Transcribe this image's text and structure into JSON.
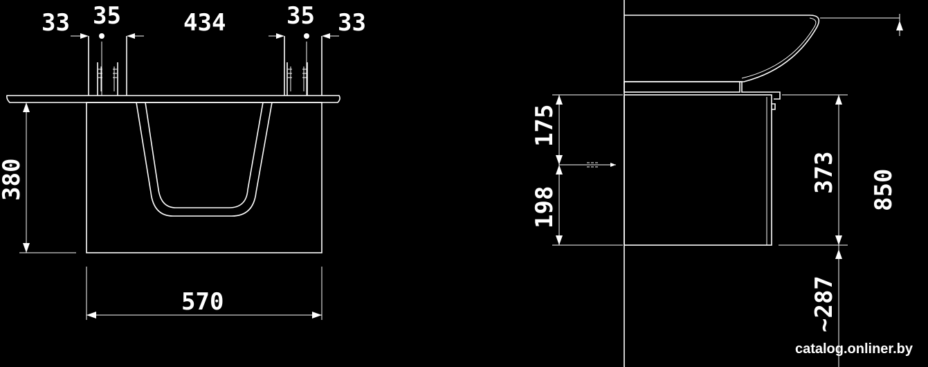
{
  "front_view": {
    "dim_left_offset": "33",
    "dim_left_spacing": "35",
    "dim_center": "434",
    "dim_right_spacing": "35",
    "dim_right_offset": "33",
    "dim_height": "380",
    "dim_width": "570"
  },
  "side_view": {
    "dim_upper": "175",
    "dim_lower": "198",
    "dim_cabinet": "373",
    "dim_total": "850",
    "dim_floor": "~287"
  },
  "watermark": "catalog.onliner.by"
}
